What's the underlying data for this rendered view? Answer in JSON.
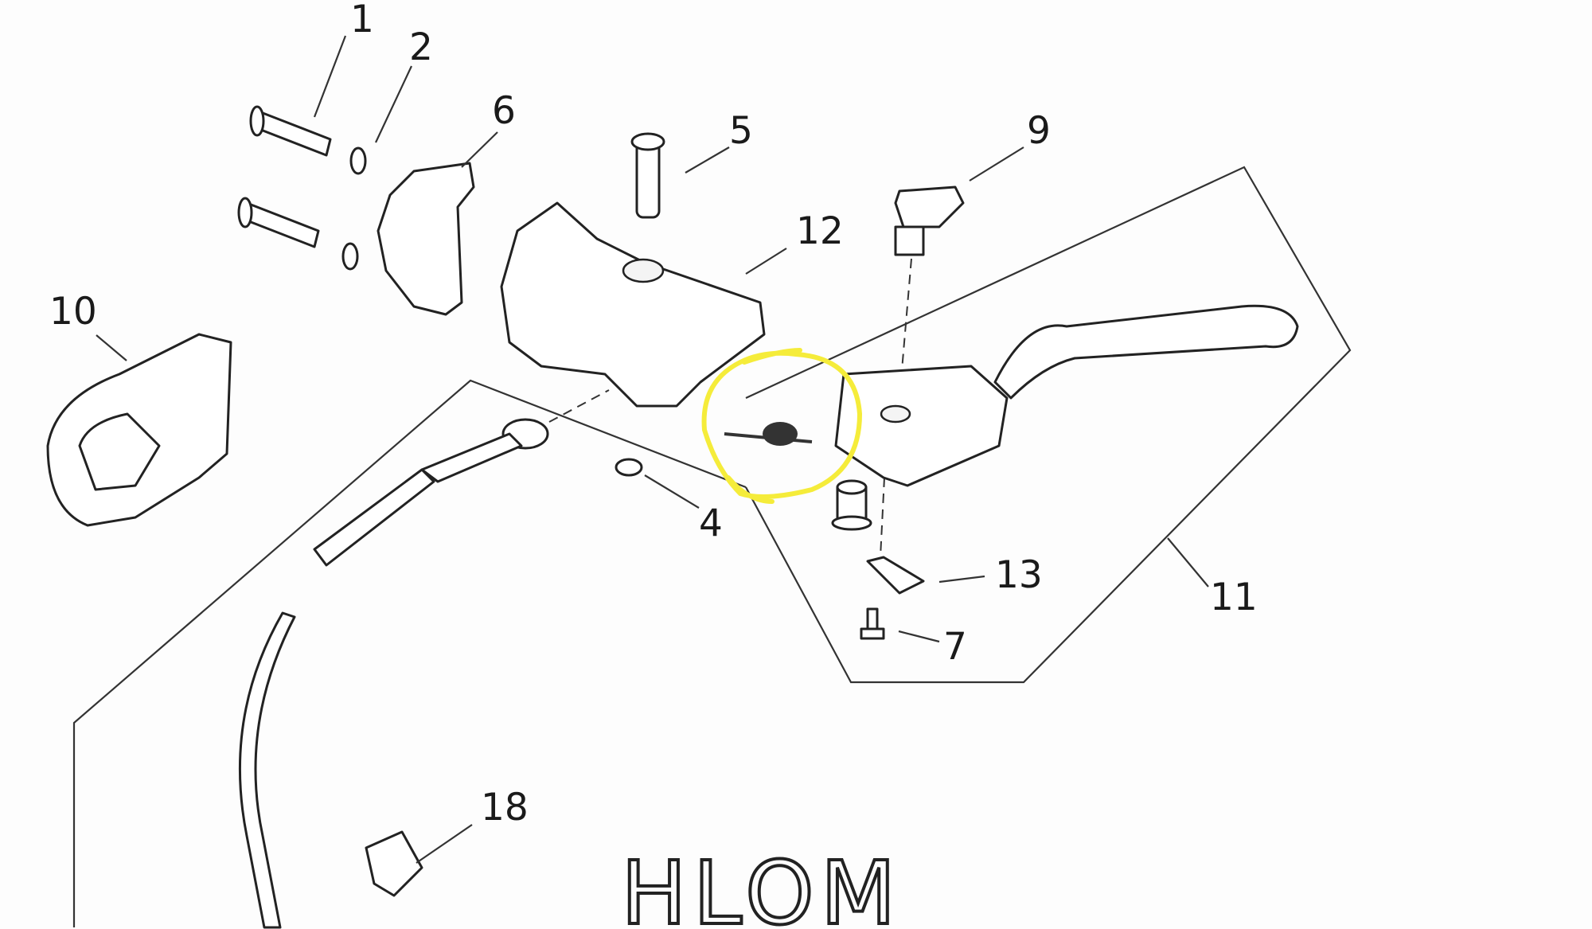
{
  "diagram": {
    "part_labels": {
      "p1": "1",
      "p2": "2",
      "p4": "4",
      "p5": "5",
      "p6": "6",
      "p7": "7",
      "p9": "9",
      "p10": "10",
      "p11": "11",
      "p12": "12",
      "p13": "13",
      "p18": "18"
    },
    "watermark_text": "HLOM",
    "highlight_color": "#f5ec3a"
  }
}
